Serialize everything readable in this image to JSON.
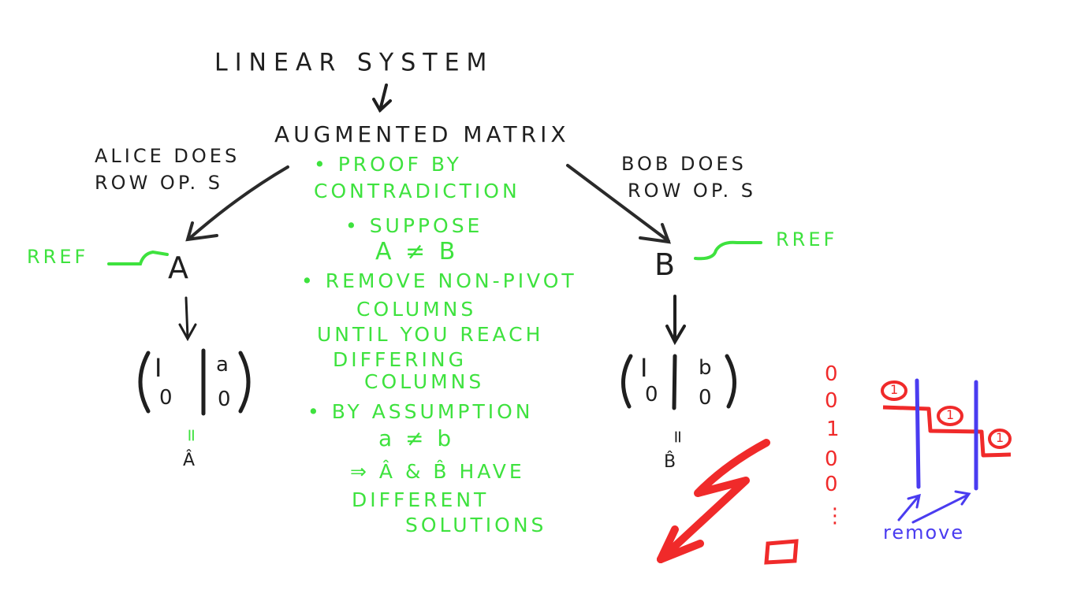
{
  "colors": {
    "ink_black": "#1f1f1f",
    "ink_green": "#3ee23e",
    "ink_red": "#f02a2a",
    "ink_blue": "#4a3cf0"
  },
  "top": {
    "title": "LINEAR SYSTEM",
    "subtitle": "AUGMENTED MATRIX"
  },
  "alice": {
    "line1": "ALICE DOES",
    "line2": "ROW OP. S",
    "rref": "RREF",
    "matrix_var": "A",
    "mat_tl": "I",
    "mat_tr": "a",
    "mat_bl": "0",
    "mat_br": "0",
    "equals": "=",
    "hat_var": "Â"
  },
  "bob": {
    "line1": "BOB DOES",
    "line2": "ROW OP. S",
    "rref": "RREF",
    "matrix_var": "B",
    "mat_tl": "I",
    "mat_tr": "b",
    "mat_bl": "0",
    "mat_br": "0",
    "equals": "=",
    "hat_var": "B̂"
  },
  "proof": {
    "l1": "• PROOF BY",
    "l2": "CONTRADICTION",
    "l3": "• SUPPOSE",
    "l4": "A ≠ B",
    "l5": "• REMOVE NON-PIVOT",
    "l6": "COLUMNS",
    "l7": "UNTIL YOU REACH",
    "l8": "DIFFERING",
    "l9": "COLUMNS",
    "l10": "• BY ASSUMPTION",
    "l11": "a ≠ b",
    "l12": "⇒ Â & B̂ HAVE",
    "l13": "DIFFERENT",
    "l14": "SOLUTIONS"
  },
  "sketch": {
    "column": [
      "0",
      "0",
      "1",
      "0",
      "0"
    ],
    "ellipsis": "⋮",
    "pivot": "1",
    "remove": "remove"
  }
}
